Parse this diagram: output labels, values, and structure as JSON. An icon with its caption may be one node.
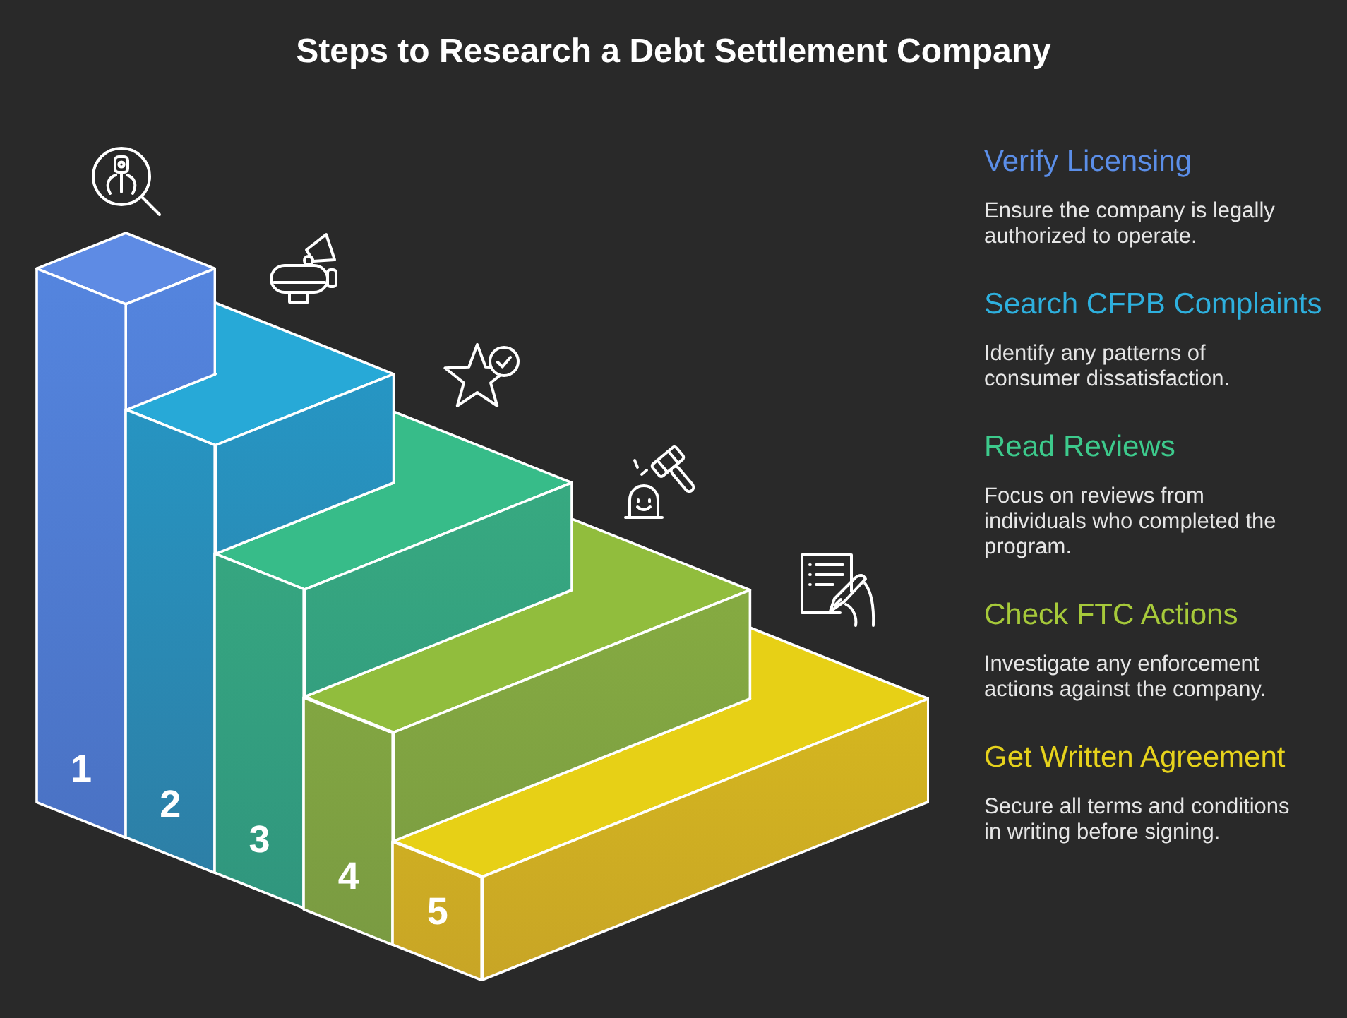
{
  "diagram": {
    "title": "Steps to Research a Debt Settlement Company",
    "nodes": [
      {
        "text": [
          "1"
        ]
      },
      {
        "text": [
          "2"
        ]
      },
      {
        "text": [
          "3"
        ]
      },
      {
        "text": [
          "4"
        ]
      },
      {
        "text": [
          "5"
        ]
      }
    ],
    "labels": [
      "Verify Licensing",
      "Ensure the company is legally authorized to operate.",
      "Search CFPB Complaints",
      "Identify any patterns of consumer dissatisfaction.",
      "Read Reviews",
      "Focus on reviews from individuals who completed the program.",
      "Check FTC Actions",
      "Investigate any enforcement actions against the company.",
      "Get Written Agreement",
      "Secure all terms and conditions in writing before signing."
    ]
  }
}
